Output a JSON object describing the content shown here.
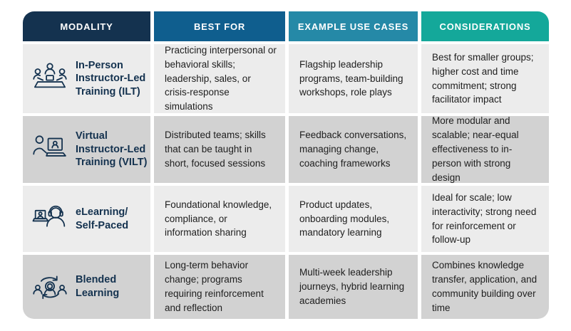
{
  "colors": {
    "header_modality": "#14324f",
    "header_best_for": "#0f5e8e",
    "header_use_cases": "#2589a7",
    "header_considerations": "#14a89a",
    "row_light": "#ececec",
    "row_dark": "#d2d2d2",
    "modality_text": "#14324f",
    "body_text": "#1e1e1e",
    "icon_stroke": "#14324f"
  },
  "chart_data": {
    "type": "table",
    "columns": [
      {
        "label": "MODALITY",
        "header_color": "#14324f"
      },
      {
        "label": "BEST FOR",
        "header_color": "#0f5e8e"
      },
      {
        "label": "EXAMPLE USE CASES",
        "header_color": "#2589a7"
      },
      {
        "label": "CONSIDERATIONS",
        "header_color": "#14a89a"
      }
    ],
    "rows": [
      {
        "icon": "in-person-training-icon",
        "modality": "In-Person\nInstructor-Led\nTraining (ILT)",
        "best_for": "Practicing interpersonal or behavioral skills; leadership, sales, or crisis-response simulations",
        "example_use_cases": "Flagship leadership programs, team-building workshops, role plays",
        "considerations": "Best for smaller groups; higher cost and time commitment; strong facilitator impact"
      },
      {
        "icon": "virtual-training-icon",
        "modality": "Virtual\nInstructor-Led\nTraining (VILT)",
        "best_for": "Distributed teams; skills that can be taught in short, focused sessions",
        "example_use_cases": "Feedback conversations, managing change, coaching frameworks",
        "considerations": "More modular and scalable; near-equal effectiveness to in-person with strong design"
      },
      {
        "icon": "elearning-icon",
        "modality": "eLearning/\nSelf-Paced",
        "best_for": "Foundational knowledge, compliance, or information sharing",
        "example_use_cases": "Product updates, onboarding modules, mandatory learning",
        "considerations": "Ideal for scale; low interactivity; strong need for reinforcement or follow-up"
      },
      {
        "icon": "blended-learning-icon",
        "modality": "Blended\nLearning",
        "best_for": "Long-term behavior change; programs requiring reinforcement and reflection",
        "example_use_cases": "Multi-week leadership journeys, hybrid learning academies",
        "considerations": "Combines knowledge transfer, application, and community building over time"
      }
    ]
  }
}
